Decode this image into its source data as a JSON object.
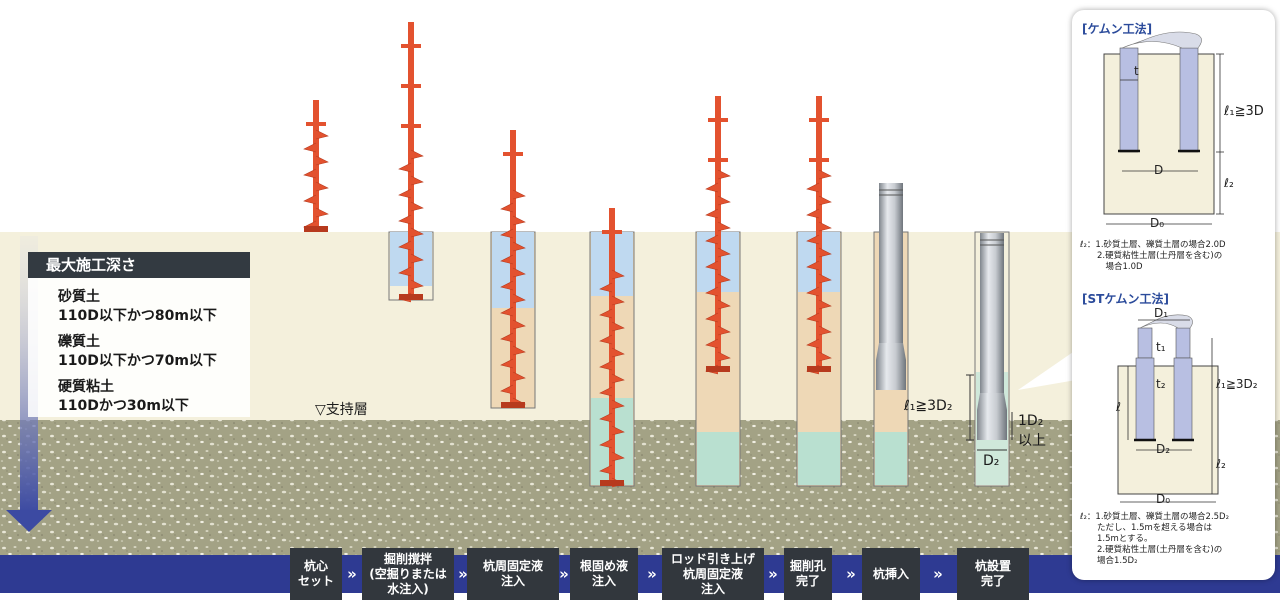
{
  "colors": {
    "ground": "#f4f0dc",
    "bearing": "#a8a689",
    "blue_band": "#2e3a92",
    "steel": "#e3522f",
    "water": "#bfd9f0",
    "cement": "#b9e0d0",
    "pile": "#b8bfe2"
  },
  "depth_box": {
    "title": "最大施工深さ",
    "items": [
      {
        "soil": "砂質土",
        "limit": "110D以下かつ80m以下"
      },
      {
        "soil": "礫質土",
        "limit": "110D以下かつ70m以下"
      },
      {
        "soil": "硬質粘土",
        "limit": "110Dかつ30m以下"
      }
    ]
  },
  "labels": {
    "bearing": "▽支持層",
    "embed_len": "ℓ₁≧3D₂",
    "ext_len": "1D₂",
    "ext_suffix": "以上",
    "diameter": "D₂"
  },
  "steps": [
    {
      "label": "杭心\nセット"
    },
    {
      "label": "掘削撹拌\n(空掘りまたは\n水注入)"
    },
    {
      "label": "杭周固定液\n注入"
    },
    {
      "label": "根固め液\n注入"
    },
    {
      "label": "ロッド引き上げ\n杭周固定液\n注入"
    },
    {
      "label": "掘削孔\n完了"
    },
    {
      "label": "杭挿入"
    },
    {
      "label": "杭設置\n完了"
    }
  ],
  "chevron": "»",
  "panel": {
    "title1": "[ケムン工法]",
    "dims1": {
      "t": "t",
      "l1": "ℓ₁≧3D",
      "D": "D",
      "l2": "ℓ₂",
      "D0": "D₀"
    },
    "note1": [
      "ℓ₂：1.砂質土層、礫質土層の場合2.0D",
      "　　2.硬質粘性土層(土丹層を含む)の",
      "　　　場合1.0D"
    ],
    "title2": "[STケムン工法]",
    "dims2": {
      "D1": "D₁",
      "t1": "t₁",
      "t2": "t₂",
      "l": "ℓ",
      "l1": "ℓ₁≧3D₂",
      "D2": "D₂",
      "l2": "ℓ₂",
      "D0": "D₀"
    },
    "note2": [
      "ℓ₂：1.砂質土層、礫質土層の場合2.5D₂",
      "　　ただし、1.5mを超える場合は",
      "　　1.5mとする。",
      "　　2.硬質粘性土層(土丹層を含む)の",
      "　　場合1.5D₂"
    ]
  }
}
